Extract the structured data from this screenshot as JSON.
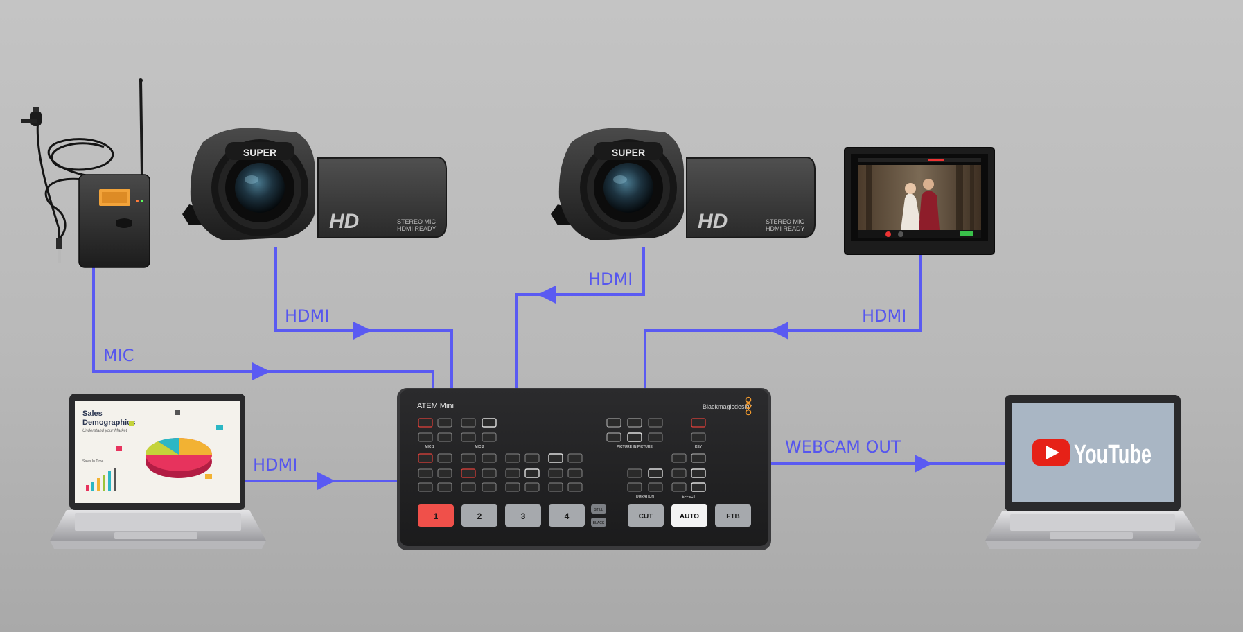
{
  "connections": [
    {
      "id": "mic",
      "label": "MIC"
    },
    {
      "id": "cam1-hdmi",
      "label": "HDMI"
    },
    {
      "id": "cam2-hdmi",
      "label": "HDMI"
    },
    {
      "id": "recorder-hdmi",
      "label": "HDMI"
    },
    {
      "id": "laptop-hdmi",
      "label": "HDMI"
    },
    {
      "id": "webcam-out",
      "label": "WEBCAM OUT"
    }
  ],
  "camera_badge": {
    "brand": "SUPER",
    "hd": "HD",
    "feature1": "STEREO MIC",
    "feature2": "HDMI READY"
  },
  "switcher": {
    "name": "ATEM Mini",
    "brand": "Blackmagicdesign",
    "input_buttons": [
      "1",
      "2",
      "3",
      "4"
    ],
    "transition_buttons": [
      "CUT",
      "AUTO",
      "FTB"
    ],
    "small_buttons": [
      "STILL",
      "BLACK"
    ],
    "section_labels": {
      "mic1": "MIC 1",
      "mic2": "MIC 2",
      "pip": "PICTURE IN PICTURE",
      "key": "KEY",
      "duration": "DURATION",
      "effect": "EFFECT"
    }
  },
  "laptop_screen": {
    "title_line1": "Sales",
    "title_line2": "Demographics",
    "subtitle": "Understand your Market",
    "chart_caption": "Sales In Time"
  },
  "youtube": {
    "wordmark": "YouTube"
  },
  "colors": {
    "wire": "#5a5af2",
    "youtube_red": "#e62117",
    "highlight_button": "#f0504a"
  },
  "icons": [
    "lavalier-mic-icon",
    "camcorder-icon",
    "recorder-monitor-icon",
    "laptop-icon",
    "youtube-logo-icon"
  ]
}
